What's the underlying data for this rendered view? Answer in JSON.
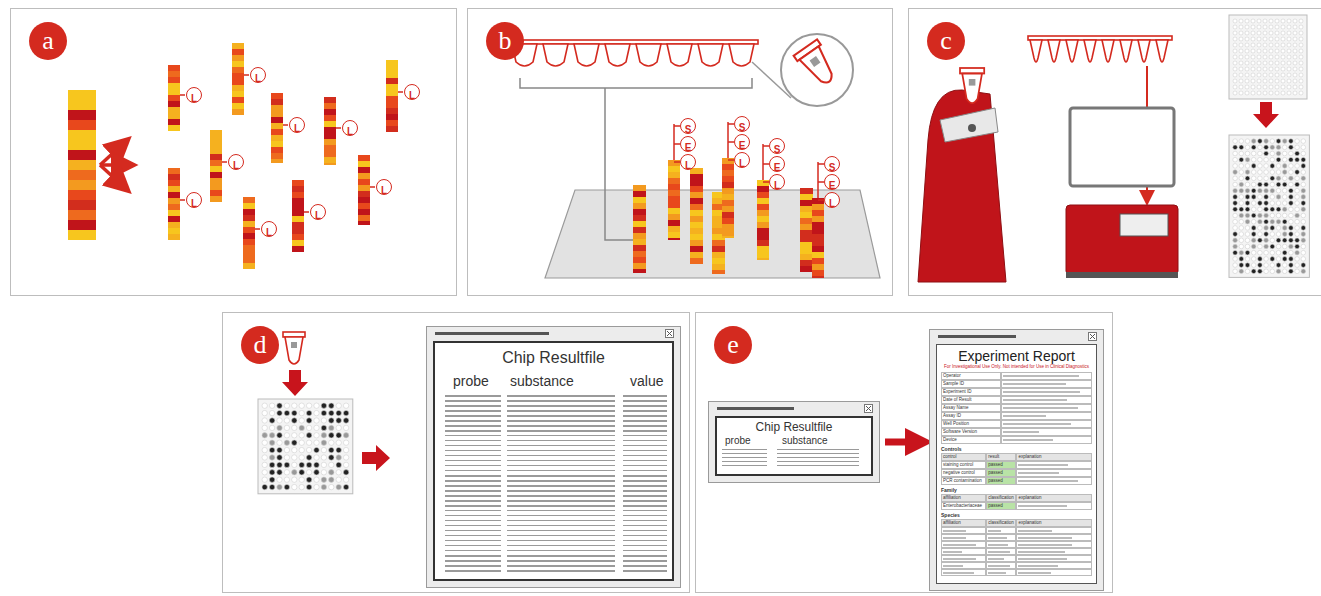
{
  "diagram": {
    "nodes": [
      {
        "text": [
          "a"
        ]
      },
      {
        "text": [
          "b"
        ]
      },
      {
        "text": [
          "c"
        ]
      },
      {
        "text": [
          "d"
        ]
      },
      {
        "text": [
          "Chip Resultfile",
          "probe",
          "substance",
          "value"
        ],
        "in": 3
      },
      {
        "text": [
          "e"
        ]
      },
      {
        "text": [
          "Chip Resultfile",
          "probe",
          "substance"
        ],
        "in": 5
      },
      {
        "text": [
          "Experiment Report",
          "For Investigational Use Only. Not intended for Use in Clinical Diagnostics",
          "Operator",
          "Sample ID",
          "Experiment ID",
          "Date of Result",
          "Assay Name",
          "Assay ID",
          "Well Position",
          "Software Version",
          "Device",
          "Controls",
          "control",
          "result",
          "explanation",
          "staining control",
          "passed",
          "negative control",
          "passed",
          "PCR contamination",
          "passed",
          "Family",
          "affiliation",
          "classification",
          "explanation",
          "Enterobacteriaceae",
          "passed",
          "Species",
          "affiliation",
          "classification",
          "explanation"
        ],
        "in": 5
      }
    ],
    "edges": [
      {
        "from": 6,
        "to": 7,
        "arrow": "to"
      }
    ],
    "labels": [
      "L",
      "L",
      "L",
      "L",
      "L",
      "L",
      "L",
      "L",
      "L",
      "L",
      "S",
      "E",
      "L",
      "S",
      "E",
      "L",
      "S",
      "E",
      "L",
      "S",
      "E",
      "L"
    ]
  }
}
